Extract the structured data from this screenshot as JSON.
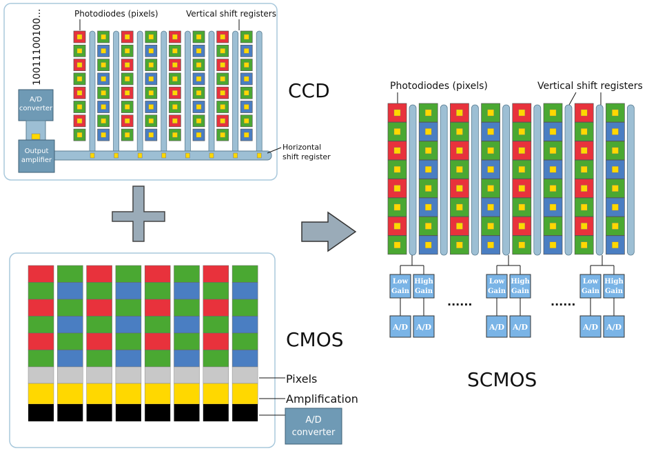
{
  "ccd": {
    "title": "CCD",
    "photodiodes_label": "Photodiodes (pixels)",
    "vshift_label": "Vertical shift registers",
    "hshift_label_1": "Horizontal",
    "hshift_label_2": "shift register",
    "binary_output": "10011100100...",
    "adc_label_1": "A/D",
    "adc_label_2": "converter",
    "amp_label_1": "Output",
    "amp_label_2": "amplifier"
  },
  "cmos": {
    "title": "CMOS",
    "pixels_label": "Pixels",
    "amplification_label": "Amplification",
    "adc_label_1": "A/D",
    "adc_label_2": "converter"
  },
  "scmos": {
    "title": "SCMOS",
    "photodiodes_label": "Photodiodes (pixels)",
    "vshift_label": "Vertical shift registers",
    "low_gain_1": "Low",
    "low_gain_2": "Gain",
    "high_gain_1": "High",
    "high_gain_2": "Gain",
    "adc_label": "A/D",
    "ellipsis": "......"
  },
  "colors": {
    "red": "#e8323c",
    "green": "#4aa832",
    "blue": "#4a7ec2",
    "yellow": "#ffd800",
    "register": "#9dbfd4",
    "register_stroke": "#5a7d92",
    "panel_stroke": "#a8c8dc",
    "arrow": "#9aabb8",
    "gray": "#c8c8c8",
    "adc_blue": "#7ab4e6",
    "cmos_adc": "#6f9ab5"
  },
  "pixel_colors": {
    "ccd_cols": [
      [
        "red",
        "green",
        "red",
        "green",
        "red",
        "green",
        "red",
        "green"
      ],
      [
        "green",
        "blue",
        "green",
        "blue",
        "green",
        "blue",
        "green",
        "blue"
      ],
      [
        "red",
        "green",
        "red",
        "green",
        "red",
        "green",
        "red",
        "green"
      ],
      [
        "green",
        "blue",
        "green",
        "blue",
        "green",
        "blue",
        "green",
        "blue"
      ],
      [
        "red",
        "green",
        "red",
        "green",
        "red",
        "green",
        "red",
        "green"
      ],
      [
        "green",
        "blue",
        "green",
        "blue",
        "green",
        "blue",
        "green",
        "blue"
      ],
      [
        "red",
        "green",
        "red",
        "green",
        "red",
        "green",
        "red",
        "green"
      ],
      [
        "green",
        "blue",
        "green",
        "blue",
        "green",
        "blue",
        "green",
        "blue"
      ]
    ],
    "cmos_rows": [
      [
        "red",
        "green",
        "red",
        "green",
        "red",
        "green",
        "red",
        "green"
      ],
      [
        "green",
        "blue",
        "green",
        "blue",
        "green",
        "blue",
        "green",
        "blue"
      ],
      [
        "red",
        "green",
        "red",
        "green",
        "red",
        "green",
        "red",
        "green"
      ],
      [
        "green",
        "blue",
        "green",
        "blue",
        "green",
        "blue",
        "green",
        "blue"
      ],
      [
        "red",
        "green",
        "red",
        "green",
        "red",
        "green",
        "red",
        "green"
      ],
      [
        "green",
        "blue",
        "green",
        "blue",
        "green",
        "blue",
        "green",
        "blue"
      ]
    ]
  }
}
